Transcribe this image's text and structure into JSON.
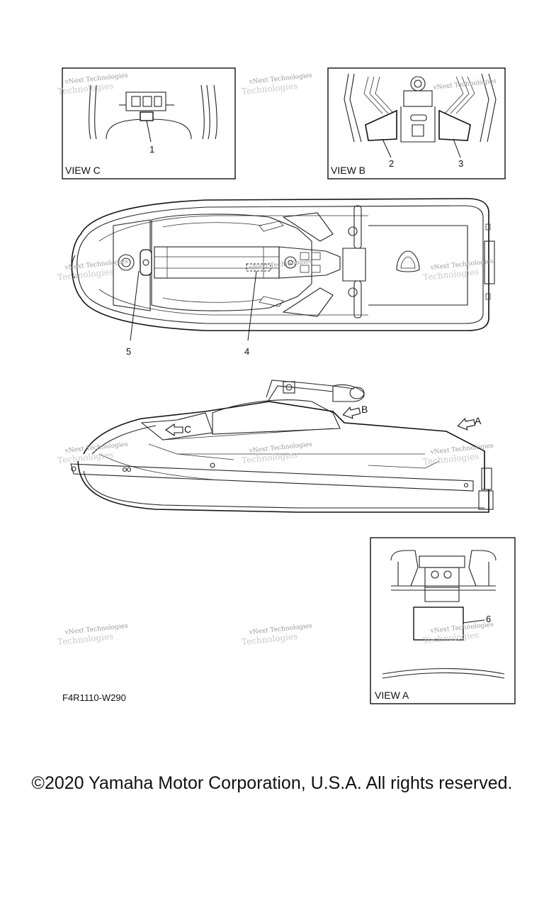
{
  "views": {
    "view_c": {
      "title": "VIEW C",
      "callouts": [
        "1"
      ]
    },
    "view_b": {
      "title": "VIEW B",
      "callouts": [
        "2",
        "3"
      ]
    },
    "view_a": {
      "title": "VIEW A",
      "callouts": [
        "6"
      ]
    }
  },
  "top_view": {
    "callouts": [
      "5",
      "4"
    ]
  },
  "side_view": {
    "arrows": [
      "C",
      "B",
      "A"
    ]
  },
  "watermark": {
    "line1": "vNext Technologies",
    "line2": "Technologies"
  },
  "figure_code": "F4R1110-W290",
  "copyright": "©2020 Yamaha Motor Corporation, U.S.A. All rights reserved."
}
